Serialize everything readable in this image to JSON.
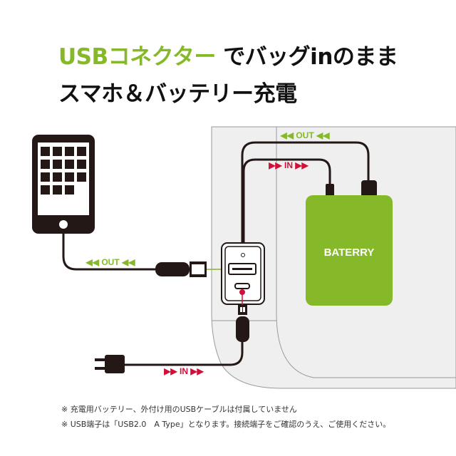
{
  "headline": {
    "line1_accent": "USBコネクター",
    "line1_rest": "でバッグinのまま",
    "line2": "スマホ＆バッテリー充電"
  },
  "diagram": {
    "out_label_top": "◀◀ OUT ◀◀",
    "in_label_top": "▶▶ IN ▶▶",
    "out_label_left": "◀◀ OUT ◀◀",
    "in_label_bottom": "▶▶ IN ▶▶",
    "battery_label": "BATERRY",
    "colors": {
      "green": "#86b92a",
      "red": "#d0103a",
      "bag": "#efefef",
      "battery": "#86b92a"
    }
  },
  "notes": [
    "※ 充電用バッテリー、外付け用のUSBケーブルは付属していません",
    "※ USB端子は「USB2.0　A Type」となります。接続端子をご確認のうえ、ご使用ください。"
  ]
}
